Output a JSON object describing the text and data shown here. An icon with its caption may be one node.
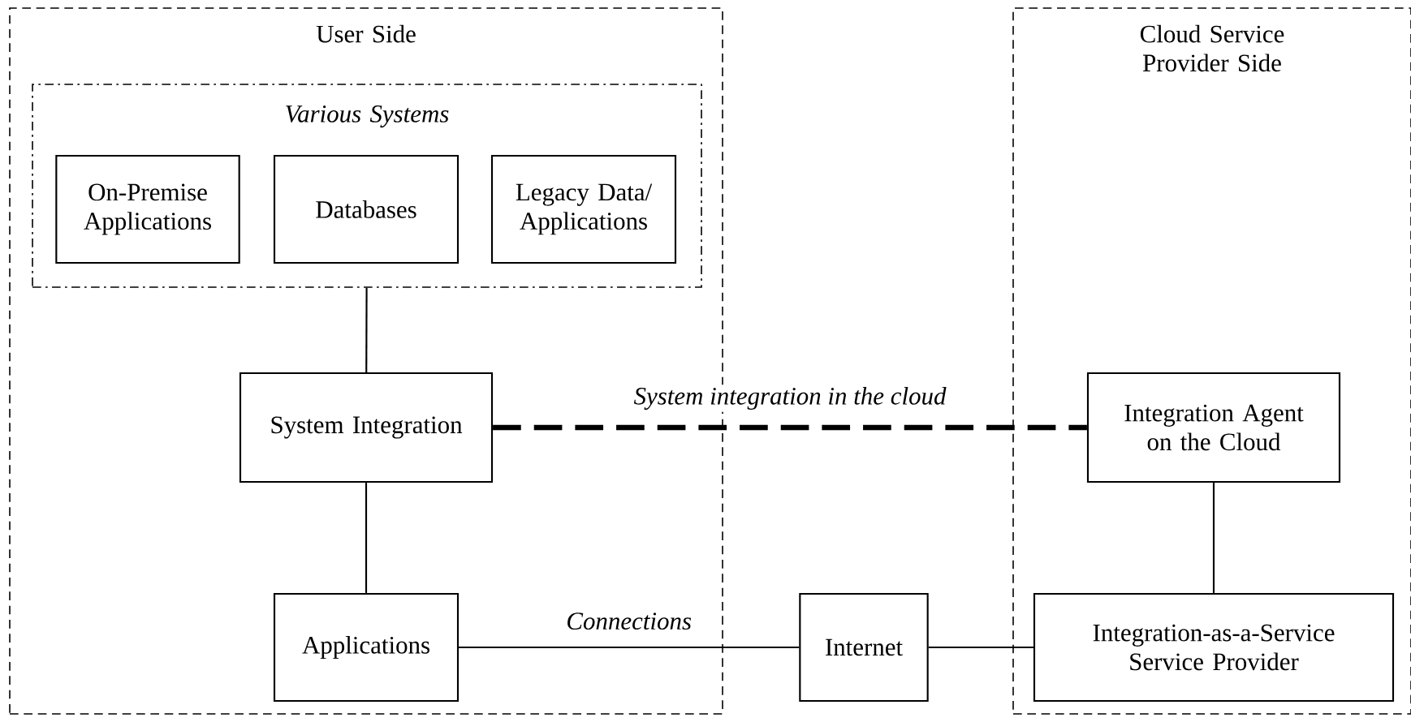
{
  "diagram": {
    "nodes": [
      {
        "text": [
          "User Side"
        ]
      },
      {
        "text": [
          "Various Systems"
        ],
        "in": 0
      },
      {
        "text": [
          "On-Premise Applications"
        ],
        "in": 1
      },
      {
        "text": [
          "Databases"
        ],
        "in": 1
      },
      {
        "text": [
          "Legacy Data/ Applications"
        ],
        "in": 1
      },
      {
        "text": [
          "System Integration"
        ],
        "in": 0
      },
      {
        "text": [
          "Applications"
        ],
        "in": 0
      },
      {
        "text": [
          "Internet"
        ]
      },
      {
        "text": [
          "Cloud Service Provider Side"
        ]
      },
      {
        "text": [
          "Integration Agent on the Cloud"
        ],
        "in": 8
      },
      {
        "text": [
          "Integration-as-a-Service Service Provider"
        ],
        "in": 8
      }
    ],
    "edges": [
      {
        "from": 1,
        "to": 5,
        "arrow": "none"
      },
      {
        "from": 5,
        "to": 9,
        "arrow": "none",
        "label": "System integration in the cloud",
        "style": "dashed"
      },
      {
        "from": 5,
        "to": 6,
        "arrow": "none"
      },
      {
        "from": 6,
        "to": 7,
        "arrow": "none",
        "label": "Connections"
      },
      {
        "from": 7,
        "to": 10,
        "arrow": "none"
      },
      {
        "from": 9,
        "to": 10,
        "arrow": "none"
      }
    ]
  }
}
